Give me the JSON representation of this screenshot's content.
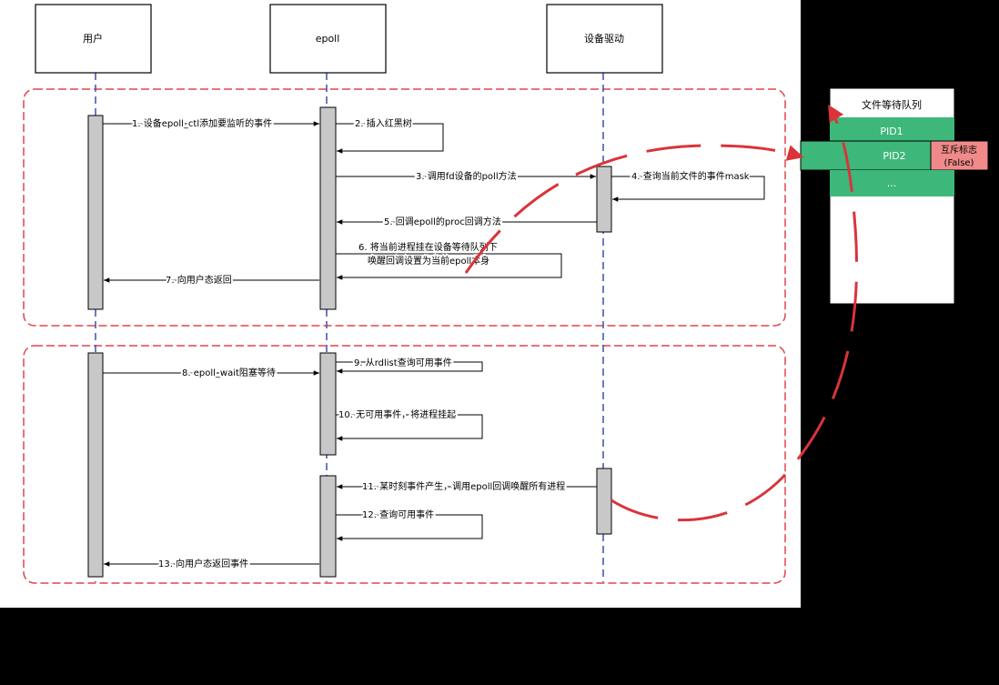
{
  "actors": {
    "user": "用户",
    "epoll": "epoll",
    "driver": "设备驱动"
  },
  "messages": {
    "m1": "1. 设备epoll_ctl添加要监听的事件",
    "m2": "2. 插入红黑树",
    "m3": "3. 调用fd设备的poll方法",
    "m4": "4. 查询当前文件的事件mask",
    "m5": "5. 回调epoll的proc回调方法",
    "m6a": "6. 将当前进程挂在设备等待队列下",
    "m6b": "唤醒回调设置为当前epoll本身",
    "m7": "7. 向用户态返回",
    "m8": "8. epoll_wait阻塞等待",
    "m9": "9. 从rdlist查询可用事件",
    "m10": "10. 无可用事件，将进程挂起",
    "m11": "11. 某时刻事件产生，调用epoll回调唤醒所有进程",
    "m12": "12. 查询可用事件",
    "m13": "13. 向用户态返回事件"
  },
  "queue": {
    "title": "文件等待队列",
    "items": [
      "PID1",
      "PID2",
      "..."
    ],
    "mutex_label": "互斥标志",
    "mutex_value": "(False)"
  },
  "colors": {
    "background": "#000000",
    "frame_red": "#e0454b",
    "curve_red": "#d9343a",
    "queue_green": "#3db77a",
    "mutex_pink": "#f08a8a",
    "lifeline_blue": "#3f4fa8",
    "activation_gray": "#c8c8c8"
  }
}
